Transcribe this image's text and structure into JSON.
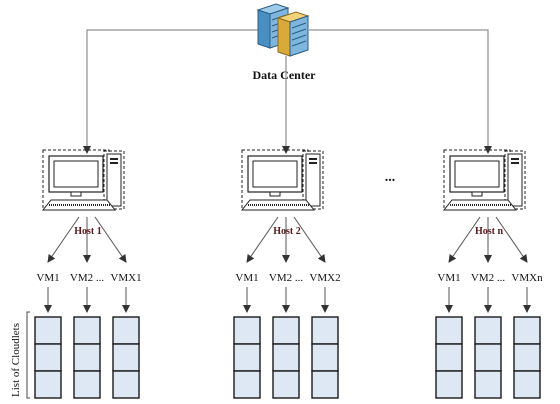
{
  "data_center": {
    "label": "Data Center",
    "icon": "server-rack-icon"
  },
  "ellipsis": "...",
  "side_label": "List of Cloudlets",
  "colors": {
    "host_label": "#5a1a1a",
    "cloudlet_fill": "#dde8f4",
    "line": "#555555"
  },
  "hosts": [
    {
      "label": "Host 1",
      "icon": "desktop-computer-icon",
      "vms": [
        {
          "label": "VM1"
        },
        {
          "label": "VM2 ..."
        },
        {
          "label": "VMX1"
        }
      ]
    },
    {
      "label": "Host 2",
      "icon": "desktop-computer-icon",
      "vms": [
        {
          "label": "VM1"
        },
        {
          "label": "VM2 ..."
        },
        {
          "label": "VMX2"
        }
      ]
    },
    {
      "label": "Host n",
      "icon": "desktop-computer-icon",
      "vms": [
        {
          "label": "VM1"
        },
        {
          "label": "VM2 ..."
        },
        {
          "label": "VMXn"
        }
      ]
    }
  ]
}
